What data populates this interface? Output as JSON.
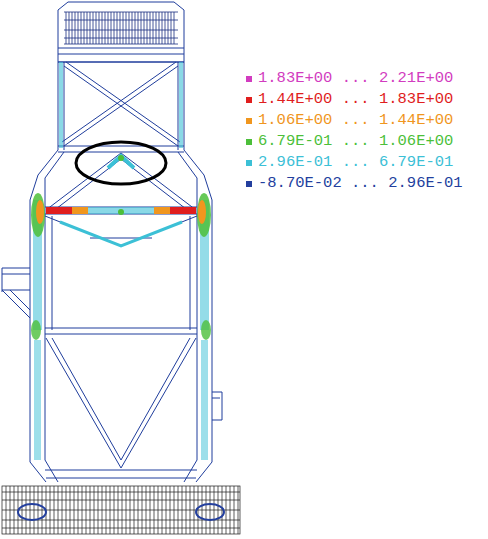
{
  "diagram": {
    "legend": [
      {
        "text": "1.83E+00 ... 2.21E+00",
        "color": "#d23cc0"
      },
      {
        "text": "1.44E+00 ... 1.83E+00",
        "color": "#e01e1e"
      },
      {
        "text": "1.06E+00 ... 1.44E+00",
        "color": "#f0961e"
      },
      {
        "text": "6.79E-01 ... 1.06E+00",
        "color": "#4cbf3a"
      },
      {
        "text": "2.96E-01 ... 6.79E-01",
        "color": "#3cc0d6"
      },
      {
        "text": "-8.70E-02 ... 2.96E-01",
        "color": "#233f9e"
      }
    ]
  }
}
